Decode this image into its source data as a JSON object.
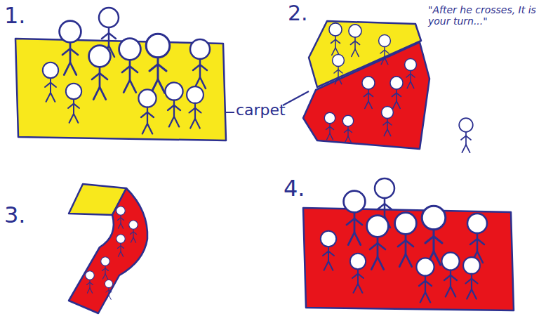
{
  "diagram": {
    "labels": [
      "1.",
      "2.",
      "\"After he crosses, It is your turn...\"",
      "carpet",
      "3.",
      "4."
    ]
  }
}
